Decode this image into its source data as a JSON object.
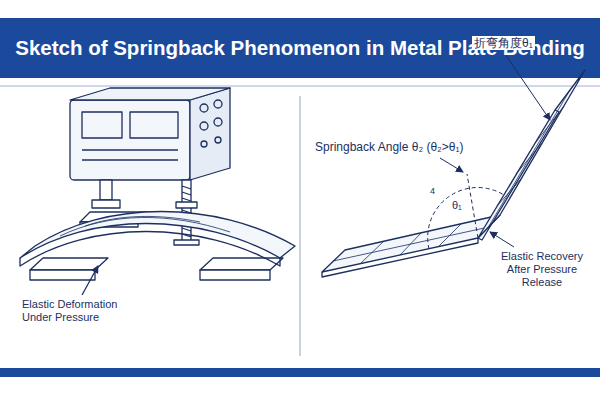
{
  "diagram": {
    "title": "Sketch of Springback Phenomenon in Metal Plate Bending",
    "labels": [
      "Elastic Deformation Under Pressure",
      "折弯角度θ₁",
      "Springback Angle θ₂ (θ₂>θ₁)",
      "4",
      "θ₁",
      "Elastic Recovery After Pressure Release"
    ]
  }
}
